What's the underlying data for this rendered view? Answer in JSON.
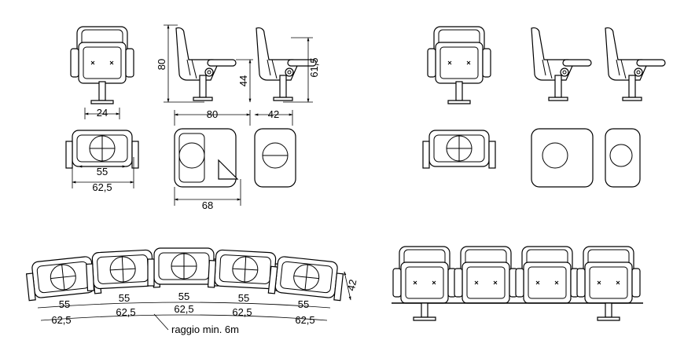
{
  "dimensions": {
    "seat_width_arms": "24",
    "height_total": "80",
    "seat_height": "44",
    "depth_closed_height": "61,5",
    "depth_open": "80",
    "depth_closed": "42",
    "seat_width": "55",
    "pitch": "62,5",
    "clearance": "68",
    "row_depth": "42"
  },
  "curved_row": {
    "seat_labels": [
      "55",
      "55",
      "55",
      "55",
      "55"
    ],
    "pitch_labels": [
      "62,5",
      "62,5",
      "62,5",
      "62,5",
      "62,5"
    ],
    "radius_note": "raggio min. 6m"
  }
}
